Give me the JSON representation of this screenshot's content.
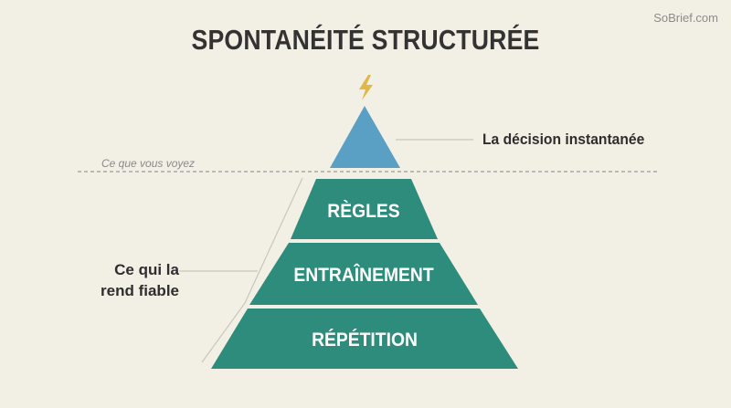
{
  "title": "SPONTANÉITÉ STRUCTURÉE",
  "brand": "SoBrief.com",
  "top_label": "La décision instantanée",
  "visible_caption": "Ce que vous voyez",
  "left_label": [
    "Ce qui la",
    "rend fiable"
  ],
  "tiers": [
    "RÈGLES",
    "ENTRAÎNEMENT",
    "RÉPÉTITION"
  ],
  "colors": {
    "background": "#f2efe5",
    "tip": "#5a9fc4",
    "tiers": "#2e8c7c",
    "bolt": "#e0b84a",
    "text": "#333333",
    "lines": "#c9c6bc"
  },
  "icons": {
    "tip_icon": "lightning-bolt-icon"
  }
}
